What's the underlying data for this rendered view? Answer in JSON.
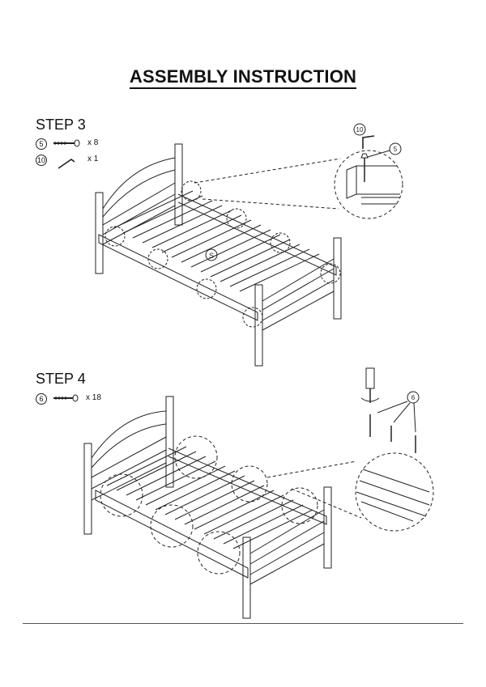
{
  "title": "ASSEMBLY INSTRUCTION",
  "step3": {
    "label": "STEP 3",
    "parts": [
      {
        "id": "5",
        "qty": "x 8",
        "icon": "bolt-icon"
      },
      {
        "id": "10",
        "qty": "x 1",
        "icon": "allen-key-icon"
      }
    ],
    "callouts": {
      "slat_tag": "S",
      "key_tag": "10",
      "bolt_tag": "5"
    }
  },
  "step4": {
    "label": "STEP 4",
    "parts": [
      {
        "id": "6",
        "qty": "x 18",
        "icon": "screw-icon"
      }
    ],
    "callouts": {
      "screw_tag": "6"
    }
  }
}
